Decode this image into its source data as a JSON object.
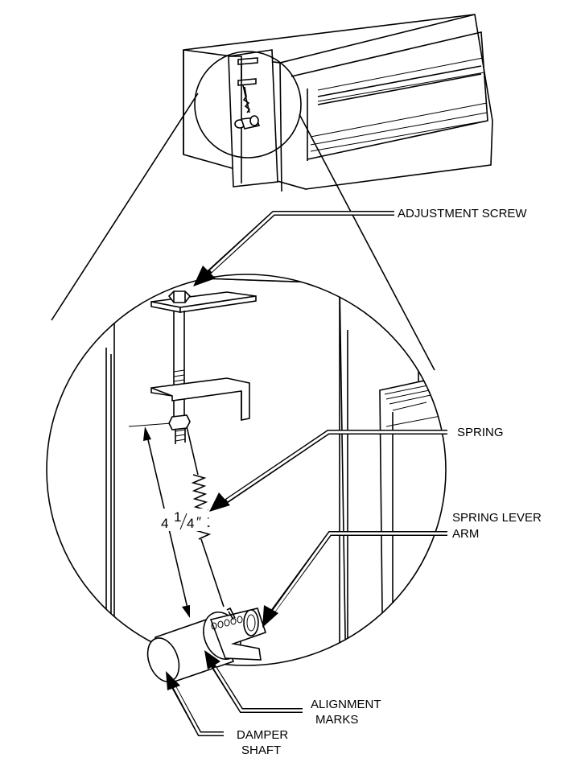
{
  "labels": {
    "adjustment_screw": "ADJUSTMENT SCREW",
    "spring": "SPRING",
    "spring_lever_arm_1": "SPRING LEVER",
    "spring_lever_arm_2": "ARM",
    "alignment_marks_1": "ALIGNMENT",
    "alignment_marks_2": "MARKS",
    "damper_shaft_1": "DAMPER",
    "damper_shaft_2": "SHAFT"
  },
  "dimension": {
    "main": "4 ",
    "num": "1",
    "den": "4",
    "unit": "″"
  }
}
